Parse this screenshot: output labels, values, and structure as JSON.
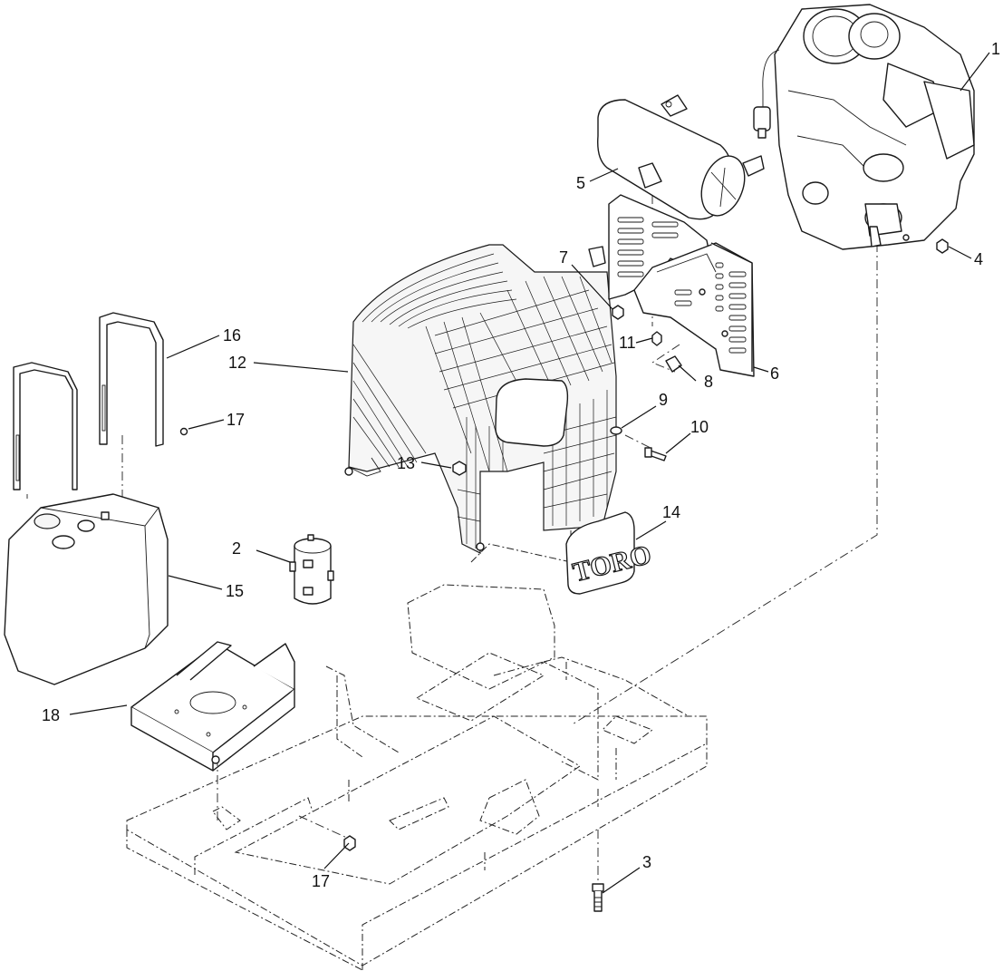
{
  "diagram": {
    "callouts": [
      {
        "id": "c1",
        "label": "1"
      },
      {
        "id": "c2",
        "label": "2"
      },
      {
        "id": "c3",
        "label": "3"
      },
      {
        "id": "c4",
        "label": "4"
      },
      {
        "id": "c5",
        "label": "5"
      },
      {
        "id": "c6",
        "label": "6"
      },
      {
        "id": "c7",
        "label": "7"
      },
      {
        "id": "c8",
        "label": "8"
      },
      {
        "id": "c9",
        "label": "9"
      },
      {
        "id": "c10",
        "label": "10"
      },
      {
        "id": "c11",
        "label": "11"
      },
      {
        "id": "c12",
        "label": "12"
      },
      {
        "id": "c13",
        "label": "13"
      },
      {
        "id": "c14",
        "label": "14"
      },
      {
        "id": "c15",
        "label": "15"
      },
      {
        "id": "c16",
        "label": "16"
      },
      {
        "id": "c17a",
        "label": "17"
      },
      {
        "id": "c17b",
        "label": "17"
      },
      {
        "id": "c18",
        "label": "18"
      }
    ],
    "logo_text": "TORO"
  }
}
